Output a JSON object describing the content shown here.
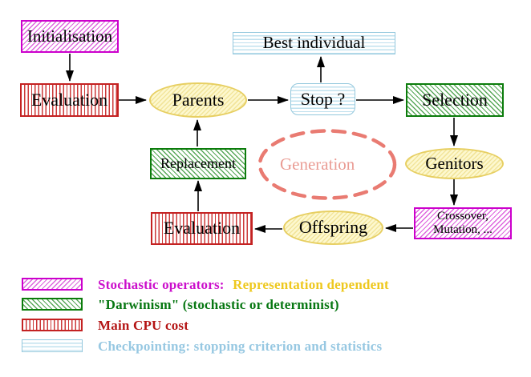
{
  "diagram": {
    "title_implicit": "Evolutionary algorithm generation loop",
    "nodes": {
      "initialisation": {
        "label": "Initialisation"
      },
      "evaluation_top": {
        "label": "Evaluation"
      },
      "parents": {
        "label": "Parents"
      },
      "best_individual": {
        "label": "Best individual"
      },
      "stop": {
        "label": "Stop ?"
      },
      "selection": {
        "label": "Selection"
      },
      "genitors": {
        "label": "Genitors"
      },
      "crossover_mutation": {
        "line1": "Crossover,",
        "line2": "Mutation, ..."
      },
      "offspring": {
        "label": "Offspring"
      },
      "evaluation_bottom": {
        "label": "Evaluation"
      },
      "replacement": {
        "label": "Replacement"
      },
      "generation": {
        "label": "Generation"
      }
    },
    "arrows": [
      "initialisation->evaluation_top",
      "evaluation_top->parents",
      "parents->stop",
      "stop->best_individual",
      "stop->selection",
      "selection->genitors",
      "genitors->crossover_mutation",
      "crossover_mutation->offspring",
      "offspring->evaluation_bottom",
      "evaluation_bottom->replacement",
      "replacement->parents"
    ]
  },
  "legend": {
    "items": [
      {
        "swatch": "magenta-hatch",
        "label": "Stochastic operators:",
        "suffix": "Representation dependent"
      },
      {
        "swatch": "green-hatch",
        "label": "\"Darwinism\" (stochastic or determinist)",
        "suffix": ""
      },
      {
        "swatch": "red-stripes",
        "label": "Main CPU cost",
        "suffix": ""
      },
      {
        "swatch": "cyan-stripes",
        "label": "Checkpointing: stopping criterion and statistics",
        "suffix": ""
      }
    ]
  },
  "colors": {
    "magenta": "#cc00cc",
    "green": "#0b7c0b",
    "red": "#c42222",
    "cyan": "#94c8dd",
    "yellow_node_border": "#e7cf62",
    "legend_yellow_text": "#eec81e",
    "generation_salmon": "#e97b72",
    "arrow_black": "#000000"
  }
}
